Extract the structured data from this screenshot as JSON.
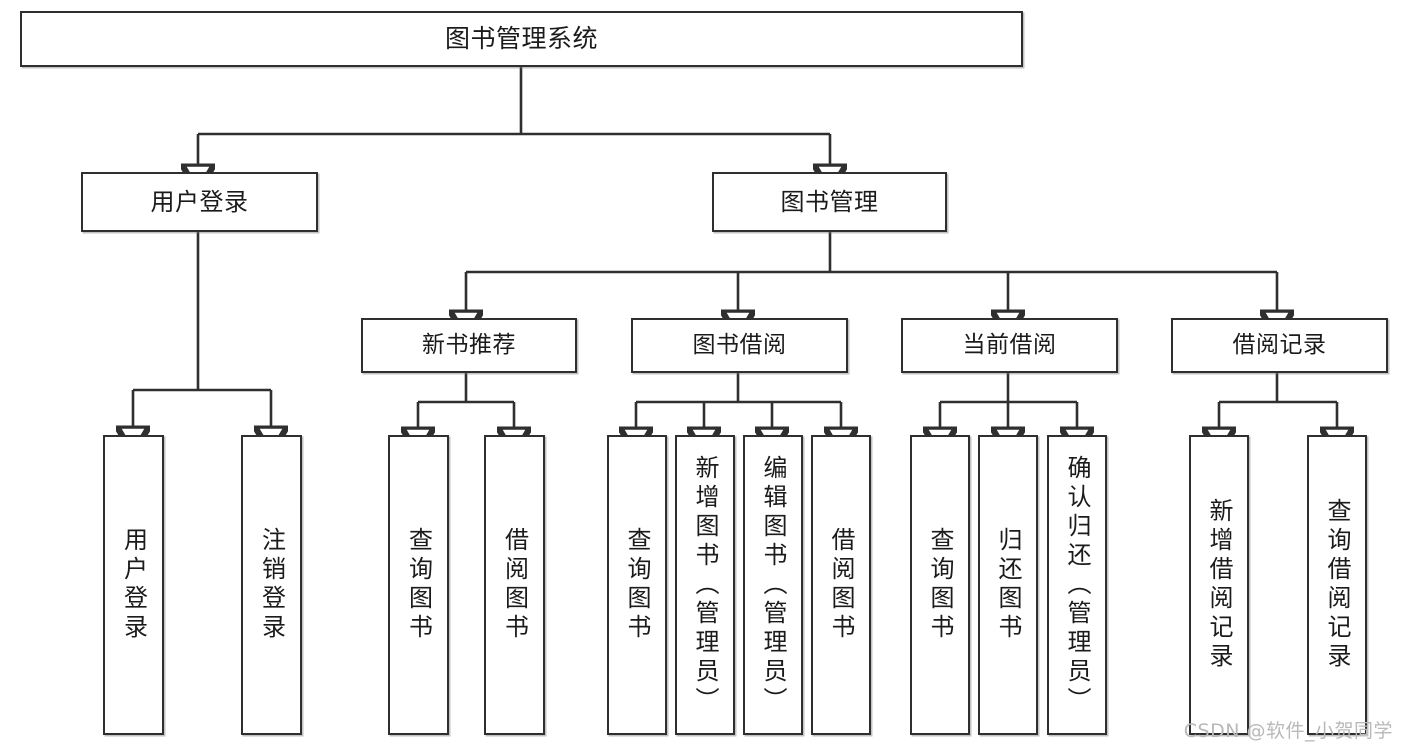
{
  "diagram": {
    "type": "tree",
    "title": "图书管理系统",
    "watermark": "CSDN @软件_小贺同学",
    "colors": {
      "box_border": "#2f2f2f",
      "box_fill": "#ffffff",
      "line": "#2f2f2f",
      "text": "#1b1b1b",
      "watermark": "#b9b9b9",
      "background": "#ffffff"
    },
    "nodes": {
      "root": {
        "label": "图书管理系统"
      },
      "level2": [
        {
          "label": "用户登录"
        },
        {
          "label": "图书管理"
        }
      ],
      "level3": [
        {
          "label": "新书推荐"
        },
        {
          "label": "图书借阅"
        },
        {
          "label": "当前借阅"
        },
        {
          "label": "借阅记录"
        }
      ],
      "leaves": {
        "user_login": [
          {
            "label": "用户登录"
          },
          {
            "label": "注销登录"
          }
        ],
        "new_book_recommend": [
          {
            "label": "查询图书"
          },
          {
            "label": "借阅图书"
          }
        ],
        "book_borrow": [
          {
            "label": "查询图书"
          },
          {
            "label": "新增图书（管理员）"
          },
          {
            "label": "编辑图书（管理员）"
          },
          {
            "label": "借阅图书"
          }
        ],
        "current_borrow": [
          {
            "label": "查询图书"
          },
          {
            "label": "归还图书"
          },
          {
            "label": "确认归还（管理员）"
          }
        ],
        "borrow_record": [
          {
            "label": "新增借阅记录"
          },
          {
            "label": "查询借阅记录"
          }
        ]
      }
    }
  }
}
